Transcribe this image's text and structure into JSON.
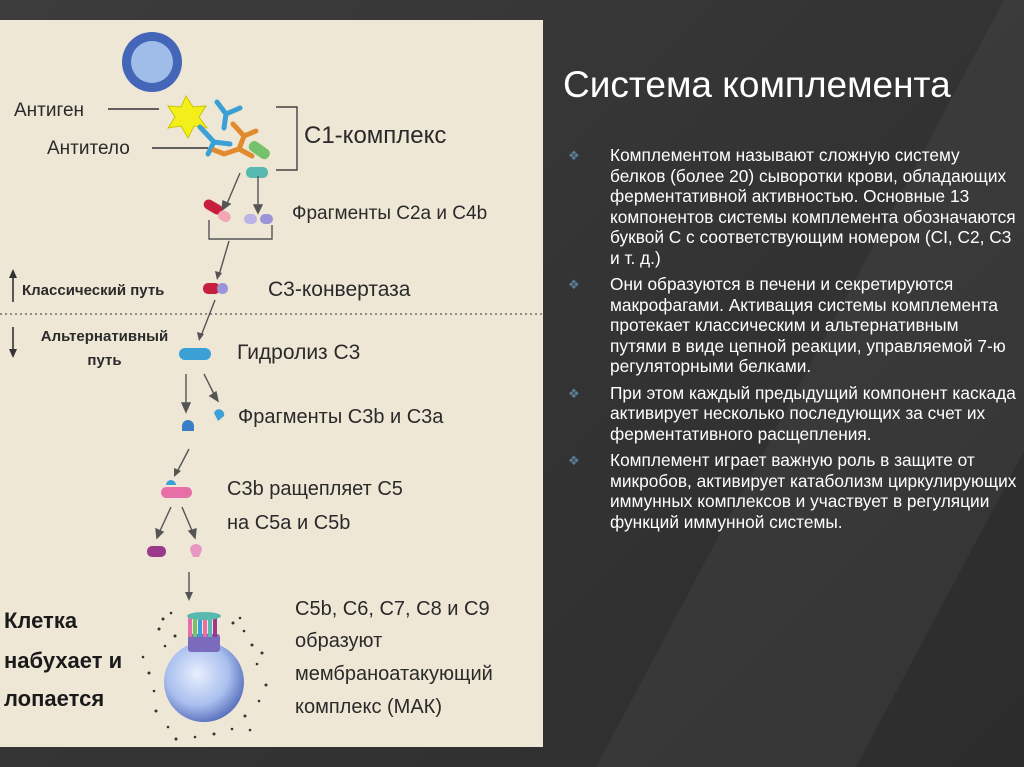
{
  "title": "Система комплемента",
  "bullets": [
    "Комплементом называют сложную систему белков (более 20) сыворотки крови, обладающих ферментативной активностью. Основные 13 компонентов системы комплемента обозначаются буквой С  с соответствующим номером (СI, С2, С3 и т. д.)",
    "Они образуются в печени и секретируются макрофагами. Активация системы комплемента протекает классическим и альтернативным путями в виде цепной реакции, управляемой 7-ю регуляторными белками.",
    " При этом каждый предыдущий компонент каскада активирует несколько последующих за счет их ферментативного расщепления.",
    "Комплемент играет важную роль в защите от микробов, активирует катаболизм циркулирующих иммунных комплексов и участвует в регуляции функций иммунной системы."
  ],
  "diagram": {
    "antigen": "Антиген",
    "antibody": "Антитело",
    "c1": "С1-комплекс",
    "c2c4": "Фрагменты С2а и С4b",
    "classic": "Классический путь",
    "alternative": "Альтернативный путь",
    "c3convertase": "С3-конвертаза",
    "c3hydrolysis": "Гидролиз С3",
    "c3fragments": "Фрагменты С3b и С3а",
    "c5split_line1": "С3b ращепляет С5",
    "c5split_line2": "на С5а и С5b",
    "mac_line1": "С5b, С6, С7, С8 и С9",
    "mac_line2": "образуют",
    "mac_line3": "мембраноатакующий",
    "mac_line4": "комплекс (МАК)",
    "cell_line1": "Клетка",
    "cell_line2": "набухает и",
    "cell_line3": "лопается"
  },
  "colors": {
    "panel": "#efe7d6",
    "marker": "#5b7f96",
    "antigen": "#f2ef1a",
    "cell": "#b8cbf0"
  }
}
